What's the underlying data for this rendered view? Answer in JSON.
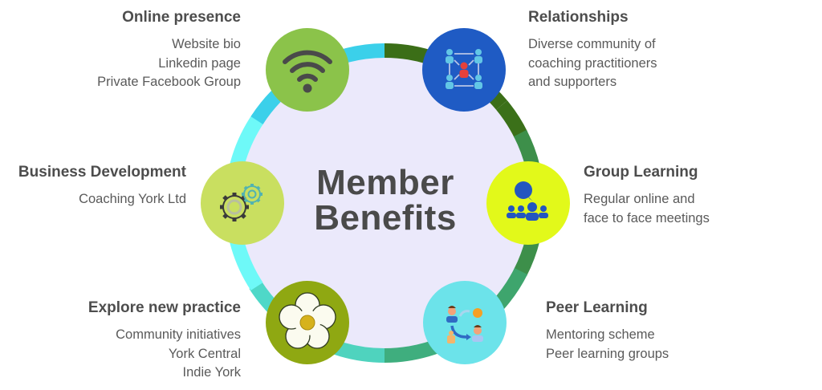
{
  "center": {
    "line1": "Member",
    "line2": "Benefits"
  },
  "colors": {
    "center_fill": "#ebe9fb",
    "text": "#4d4d4d",
    "ring_segments": [
      "#3b6e17",
      "#3b7019",
      "#3d8f4a",
      "#3ea56d",
      "#3fae7e",
      "#4fd3be",
      "#4fd8c8",
      "#6ef9f8",
      "#3bd0ea"
    ]
  },
  "benefits": [
    {
      "id": "online-presence",
      "title": "Online presence",
      "lines": [
        "Website bio",
        "Linkedin page",
        "Private Facebook Group"
      ],
      "icon": "wifi-icon",
      "icon_bg": "#8bc34a"
    },
    {
      "id": "relationships",
      "title": "Relationships",
      "lines": [
        "Diverse community of",
        "coaching practitioners",
        "and supporters"
      ],
      "icon": "network-people-icon",
      "icon_bg": "#1f5bc4"
    },
    {
      "id": "business-development",
      "title": "Business Development",
      "lines": [
        "Coaching York Ltd"
      ],
      "icon": "gears-icon",
      "icon_bg": "#c9df60"
    },
    {
      "id": "group-learning",
      "title": "Group Learning",
      "lines": [
        "Regular online and",
        "face to face meetings"
      ],
      "icon": "group-chat-icon",
      "icon_bg": "#e2f91a"
    },
    {
      "id": "explore-new-practice",
      "title": "Explore new practice",
      "lines": [
        "Community initiatives",
        "York Central",
        "Indie York"
      ],
      "icon": "yorkshire-rose-icon",
      "icon_bg": "#8fa812"
    },
    {
      "id": "peer-learning",
      "title": "Peer Learning",
      "lines": [
        "Mentoring scheme",
        "Peer learning groups"
      ],
      "icon": "mentoring-exchange-icon",
      "icon_bg": "#6ce3ea"
    }
  ]
}
